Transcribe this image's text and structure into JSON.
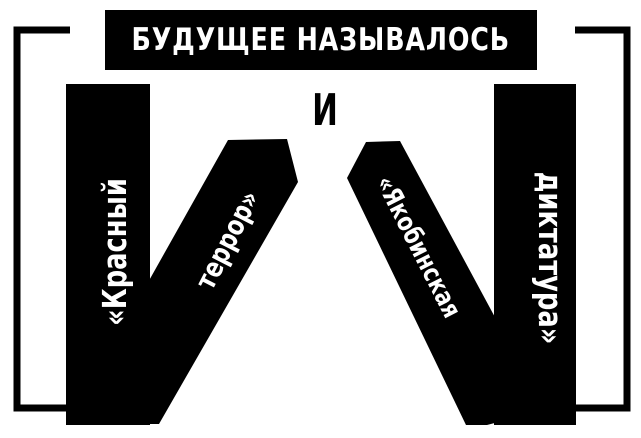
{
  "colors": {
    "ink": "#000000",
    "paper": "#ffffff"
  },
  "title": "БУДУЩЕЕ НАЗЫВАЛОСЬ",
  "connector": "И",
  "labels": {
    "left_outer": "«Красный",
    "left_inner": "террор»",
    "right_inner": "«Якобинская",
    "right_outer": "диктатура»"
  }
}
